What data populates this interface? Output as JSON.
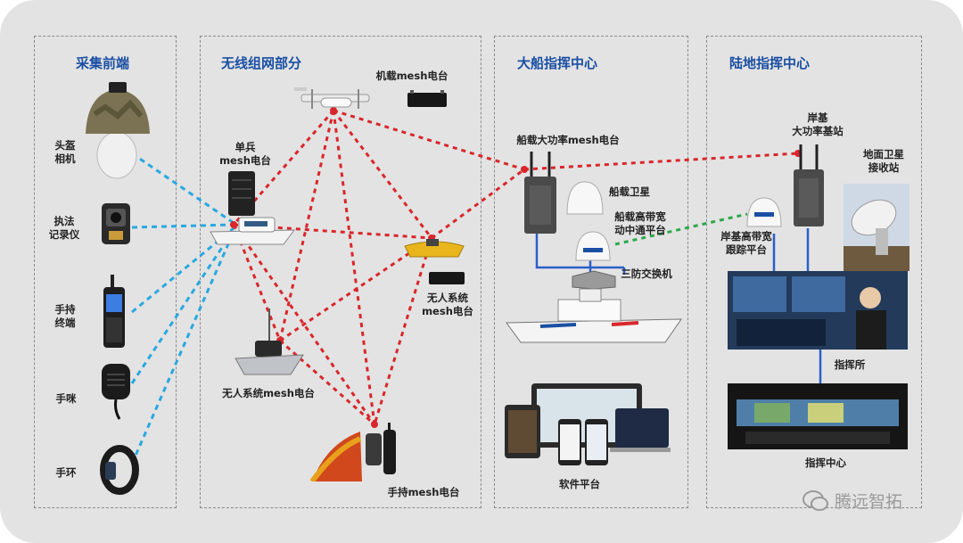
{
  "sections": {
    "collect": {
      "title": "采集前端"
    },
    "wireless": {
      "title": "无线组网部分"
    },
    "ship": {
      "title": "大船指挥中心"
    },
    "land": {
      "title": "陆地指挥中心"
    }
  },
  "labels": {
    "helmet": "头盔\n相机",
    "recorder": "执法\n记录仪",
    "handheld": "手持\n终端",
    "mic": "手咪",
    "band": "手环",
    "uav_radio": "机载mesh电台",
    "soldier_radio": "单兵\nmesh电台",
    "unmanned_radio": "无人系统\nmesh电台",
    "usv_radio": "无人系统mesh电台",
    "handheld_radio": "手持mesh电台",
    "ship_radio": "船载大功率mesh电台",
    "ship_sat": "船载卫星",
    "ship_broadband": "船载高带宽\n动中通平台",
    "switch": "三防交换机",
    "software": "软件平台",
    "shore_station": "岸基\n大功率基站",
    "ground_sat": "地面卫星\n接收站",
    "shore_track": "岸基高带宽\n跟踪平台",
    "command_post": "指挥所",
    "command_center": "指挥中心"
  },
  "colors": {
    "section_title": "#1a4fa3",
    "mesh_link": "#d9262b",
    "access_link": "#29a8e0",
    "satellite_link": "#2da84a",
    "wired_link": "#2b5fc9"
  },
  "icons": [
    "helmet-camera-icon",
    "body-camera-icon",
    "handheld-terminal-icon",
    "hand-mic-icon",
    "wrist-band-icon",
    "drone-icon",
    "radio-box-icon",
    "backpack-radio-icon",
    "boat-icon",
    "usv-icon",
    "satellite-dome-icon",
    "ship-icon",
    "switch-icon",
    "monitor-wall-icon",
    "satellite-dish-icon",
    "wechat-icon"
  ],
  "watermark": "腾远智拓"
}
